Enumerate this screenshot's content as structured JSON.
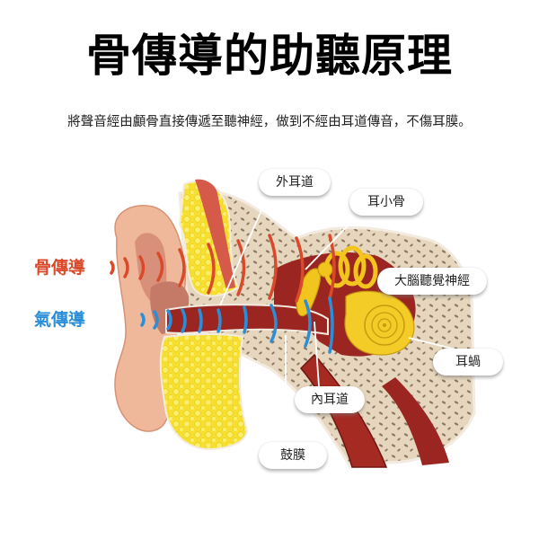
{
  "header": {
    "title": "骨傳導的助聽原理",
    "subtitle": "將聲音經由顱骨直接傳遞至聽神經，做到不經由耳道傳音，不傷耳膜。"
  },
  "legend": {
    "bone_conduction": {
      "label": "骨傳導",
      "color": "#d94a2a"
    },
    "air_conduction": {
      "label": "氣傳導",
      "color": "#2a8fd8"
    }
  },
  "annotations": [
    {
      "id": "outer-ear-canal",
      "label": "外耳道"
    },
    {
      "id": "ossicles",
      "label": "耳小骨"
    },
    {
      "id": "auditory-nerve",
      "label": "大腦聽覺神經"
    },
    {
      "id": "cochlea",
      "label": "耳蝸"
    },
    {
      "id": "inner-ear-canal",
      "label": "內耳道"
    },
    {
      "id": "eardrum",
      "label": "鼓膜"
    }
  ],
  "colors": {
    "skin": "#f0b89a",
    "fat": "#f7e23a",
    "bone": "#e3d2b8",
    "muscle": "#8e1f1a",
    "cochlea": "#f2c41e"
  }
}
